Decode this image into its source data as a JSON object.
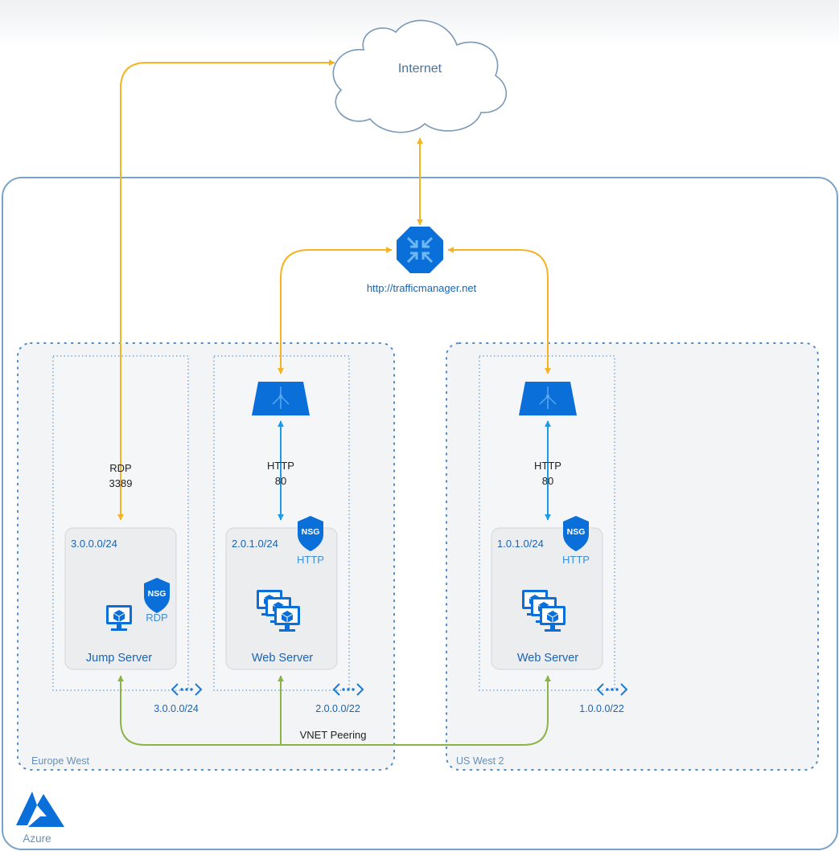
{
  "internet": {
    "label": "Internet"
  },
  "traffic_manager": {
    "url": "http://trafficmanager.net"
  },
  "regions": {
    "europe": {
      "label": "Europe West"
    },
    "us": {
      "label": "US West 2"
    }
  },
  "jump_subnet": {
    "cidr": "3.0.0.0/24",
    "vnet_cidr": "3.0.0.0/24",
    "nsg": "NSG",
    "nsg_rule": "RDP",
    "server": "Jump Server"
  },
  "eu_web_subnet": {
    "cidr": "2.0.1.0/24",
    "vnet_cidr": "2.0.0.0/22",
    "nsg": "NSG",
    "nsg_rule": "HTTP",
    "server": "Web Server"
  },
  "us_web_subnet": {
    "cidr": "1.0.1.0/24",
    "vnet_cidr": "1.0.0.0/22",
    "nsg": "NSG",
    "nsg_rule": "HTTP",
    "server": "Web Server"
  },
  "connections": {
    "rdp": {
      "protocol": "RDP",
      "port": "3389"
    },
    "eu_http": {
      "protocol": "HTTP",
      "port": "80"
    },
    "us_http": {
      "protocol": "HTTP",
      "port": "80"
    },
    "peering": {
      "label": "VNET Peering"
    }
  },
  "brand": {
    "label": "Azure"
  },
  "colors": {
    "azure_blue": "#0a6fd8",
    "traffic_orange": "#f5b324",
    "http_blue": "#1f9be6",
    "peering_green": "#8ab545",
    "text_blue": "#1a64b3",
    "frame_blue": "#7aa2c7"
  },
  "icons": [
    "cloud-icon",
    "traffic-manager-icon",
    "load-balancer-icon",
    "nsg-shield-icon",
    "virtual-machine-icon",
    "vm-scale-set-icon",
    "vnet-icon",
    "azure-logo-icon"
  ]
}
